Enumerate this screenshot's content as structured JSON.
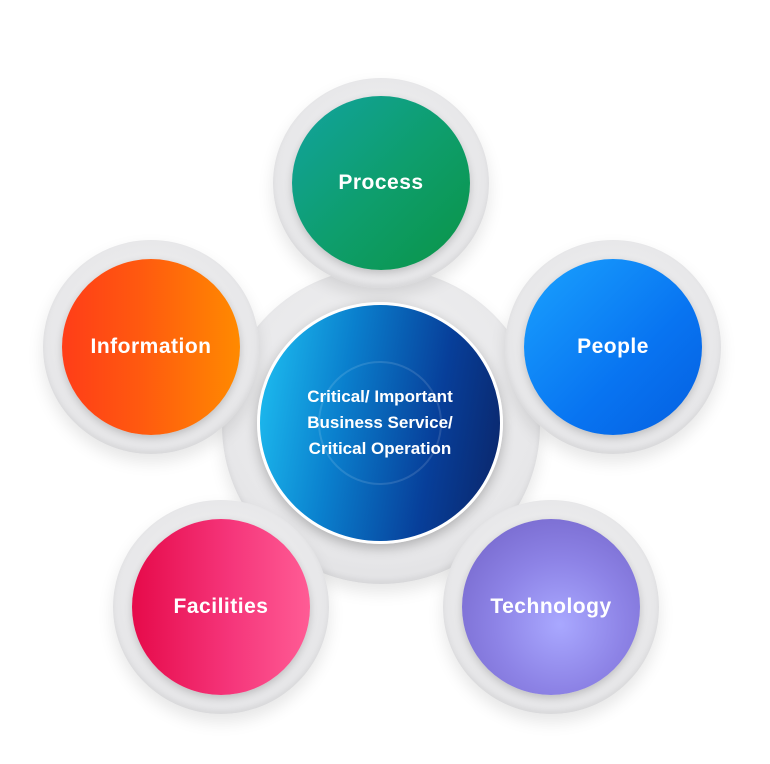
{
  "diagram": {
    "center": {
      "line1": "Critical/ Important",
      "line2": "Business Service/",
      "line3": "Critical Operation"
    },
    "nodes": {
      "process": "Process",
      "people": "People",
      "information": "Information",
      "facilities": "Facilities",
      "technology": "Technology"
    }
  },
  "colors": {
    "process": "#0e9e6e",
    "people": "#0874f1",
    "information": "#ff5a0f",
    "facilities": "#f5357a",
    "technology": "#8d83e6",
    "center": "#073f9a",
    "ring": "#e6e6e8"
  }
}
